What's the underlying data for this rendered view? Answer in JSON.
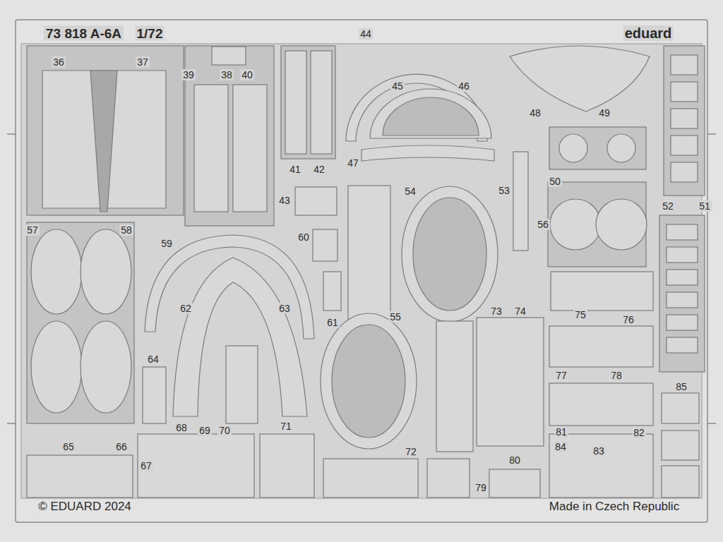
{
  "diagram": {
    "title": "73 818 A-6A",
    "labels": [
      "1/72",
      "eduard",
      "36",
      "37",
      "39",
      "38",
      "40",
      "41",
      "42",
      "43",
      "44",
      "45",
      "46",
      "47",
      "48",
      "49",
      "50",
      "51",
      "52",
      "53",
      "54",
      "55",
      "56",
      "57",
      "58",
      "59",
      "60",
      "61",
      "62",
      "63",
      "64",
      "65",
      "66",
      "67",
      "68",
      "69",
      "70",
      "71",
      "72",
      "73",
      "74",
      "75",
      "76",
      "77",
      "78",
      "79",
      "80",
      "81",
      "82",
      "83",
      "84",
      "85",
      "© EDUARD 2024",
      "Made in Czech Republic"
    ]
  }
}
